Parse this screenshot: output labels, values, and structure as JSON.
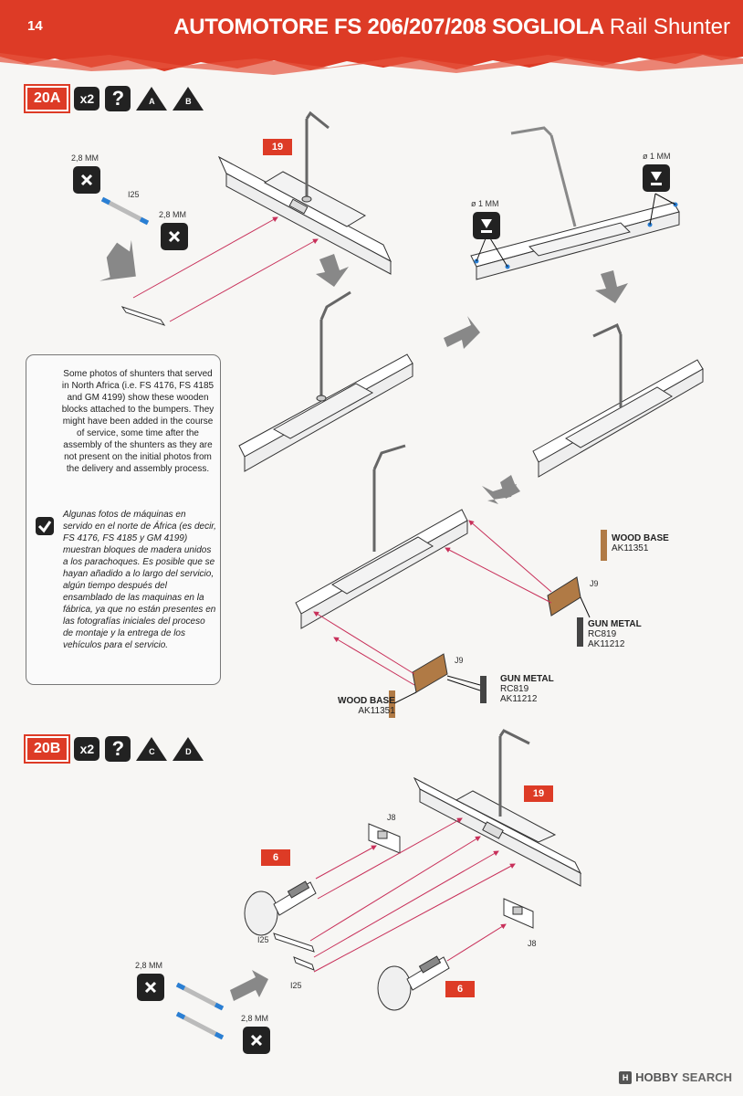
{
  "header": {
    "page_number": "14",
    "title_bold": "AUTOMOTORE FS 206/207/208 SOGLIOLA",
    "title_light": "Rail Shunter",
    "brush_color": "#dd3b26"
  },
  "step_a": {
    "number": "20A",
    "qty": "x2",
    "help": "?",
    "tri1": "A",
    "tri2": "B",
    "part_tag": "19",
    "drill_top_left": "2,8 MM",
    "part_i25": "I25",
    "drill_top_right": "2,8 MM",
    "drill_hole_left": "ø 1 MM",
    "drill_hole_right": "ø 1 MM",
    "wood_label_1": "WOOD BASE",
    "wood_code_1": "AK11351",
    "part_j9_1": "J9",
    "gun_label_1": "GUN METAL",
    "gun_rc_1": "RC819",
    "gun_ak_1": "AK11212",
    "part_j9_2": "J9",
    "gun_label_2": "GUN METAL",
    "gun_rc_2": "RC819",
    "gun_ak_2": "AK11212",
    "wood_label_2": "WOOD BASE",
    "wood_code_2": "AK11351"
  },
  "note": {
    "english": "Some photos of shunters that served in North Africa (i.e. FS 4176, FS 4185 and GM 4199) show these wooden blocks attached to the bumpers. They might have been added in the course of service, some time after the assembly of the shunters as they are not present on the initial photos from the delivery and assembly process.",
    "spanish": "Algunas fotos de máquinas en servido en el norte de África (es decir, FS 4176, FS 4185 y GM 4199) muestran bloques de madera unidos a los parachoques. Es posible que se hayan añadido a lo largo del servicio, algún tiempo después del ensamblado de las maquinas en la fábrica, ya que no están presentes en las fotografías iniciales del proceso de montaje y la entrega de los vehículos para el servicio."
  },
  "step_b": {
    "number": "20B",
    "qty": "x2",
    "help": "?",
    "tri1": "C",
    "tri2": "D",
    "part_tag_19": "19",
    "part_tag_6a": "6",
    "part_tag_6b": "6",
    "part_j8_a": "J8",
    "part_j8_b": "J8",
    "part_i25_a": "I25",
    "part_i25_b": "I25",
    "drill_a": "2,8 MM",
    "drill_b": "2,8 MM"
  },
  "footer": {
    "brand": "HOBBY",
    "brand2": "SEARCH"
  },
  "colors": {
    "red": "#dd3b26",
    "arrow_pink": "#c8305a",
    "wood": "#b07a45",
    "gunmetal": "#444444"
  }
}
